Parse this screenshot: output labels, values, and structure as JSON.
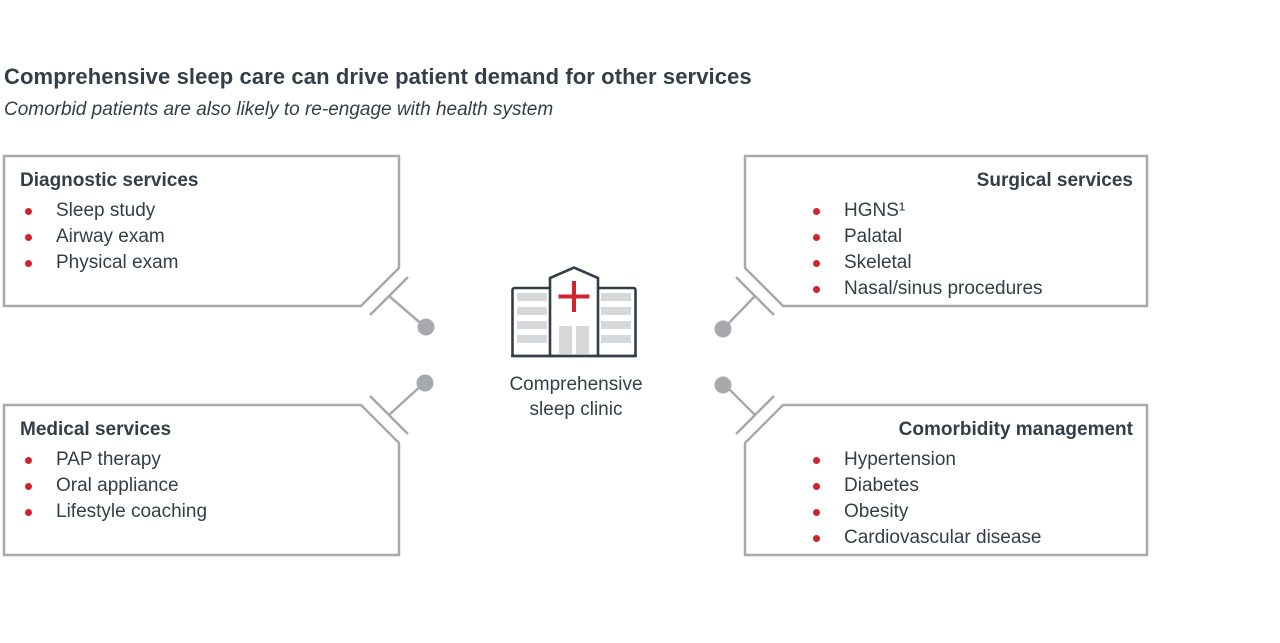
{
  "slide": {
    "title": "Comprehensive sleep care can drive patient demand for other services",
    "subtitle": "Comorbid patients are also likely to re-engage with health system"
  },
  "center": {
    "icon": "hospital-building-icon",
    "label_line1": "Comprehensive",
    "label_line2": "sleep clinic"
  },
  "boxes": {
    "diagnostic": {
      "title": "Diagnostic services",
      "items": [
        "Sleep study",
        "Airway exam",
        "Physical exam"
      ]
    },
    "surgical": {
      "title": "Surgical services",
      "items": [
        "HGNS¹",
        "Palatal",
        "Skeletal",
        "Nasal/sinus procedures"
      ]
    },
    "medical": {
      "title": "Medical services",
      "items": [
        "PAP therapy",
        "Oral appliance",
        "Lifestyle coaching"
      ]
    },
    "comorbidity": {
      "title": "Comorbidity management",
      "items": [
        "Hypertension",
        "Diabetes",
        "Obesity",
        "Cardiovascular disease"
      ]
    }
  },
  "colors": {
    "text_slate": "#333e48",
    "line_gray": "#a7a9ac",
    "accent_red": "#d0232e",
    "window_gray": "#d6d8d9"
  }
}
